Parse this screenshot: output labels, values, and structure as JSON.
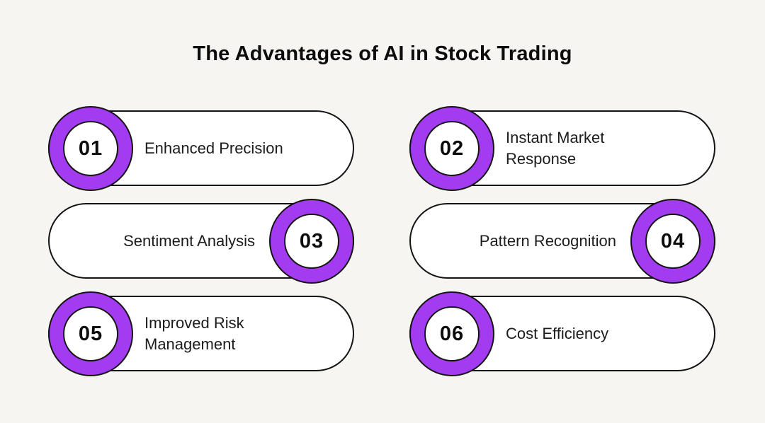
{
  "title": "The Advantages of AI in Stock Trading",
  "colors": {
    "accent": "#A33BF0",
    "outline": "#141414",
    "background": "#F6F5F2",
    "capsule_fill": "#FFFFFF"
  },
  "items": [
    {
      "number": "01",
      "label": "Enhanced Precision"
    },
    {
      "number": "02",
      "label": "Instant Market Response"
    },
    {
      "number": "03",
      "label": "Sentiment Analysis"
    },
    {
      "number": "04",
      "label": "Pattern Recognition"
    },
    {
      "number": "05",
      "label": "Improved Risk Management"
    },
    {
      "number": "06",
      "label": "Cost Efficiency"
    }
  ]
}
